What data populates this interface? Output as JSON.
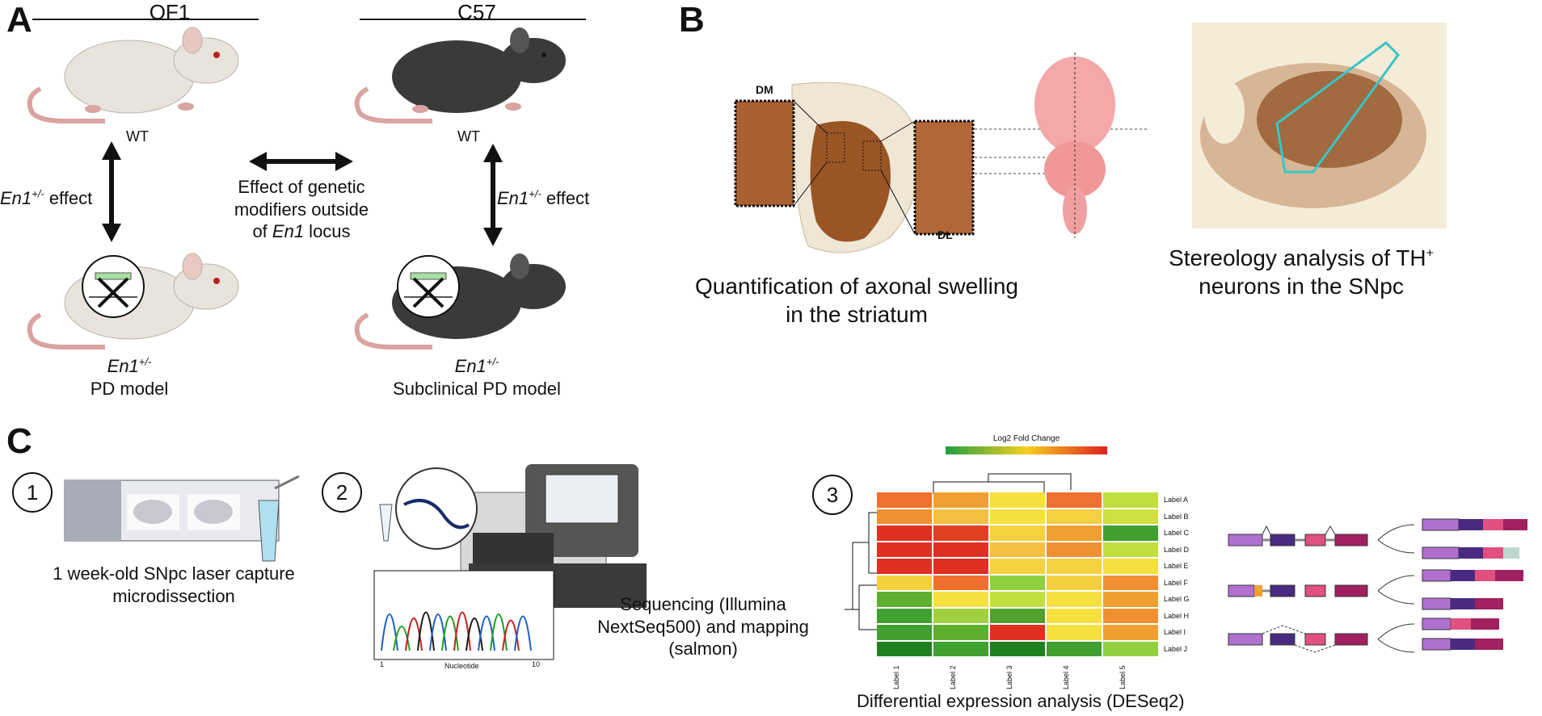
{
  "panels": {
    "A": {
      "letter": "A",
      "left_strain": "OF1",
      "right_strain": "C57",
      "wt_left": "WT",
      "wt_right": "WT",
      "effect_left_gene": "En1",
      "effect_left_sup": "+/-",
      "effect_left_word": " effect",
      "effect_right_gene": "En1",
      "effect_right_sup": "+/-",
      "effect_right_word": " effect",
      "center_line1": "Effect of genetic",
      "center_line2": "modifiers outside",
      "center_line3_pre": "of ",
      "center_line3_gene": "En1",
      "center_line3_post": " locus",
      "left_bottom_gene": "En1",
      "left_bottom_sup": "+/-",
      "left_bottom_model": "PD model",
      "right_bottom_gene": "En1",
      "right_bottom_sup": "+/-",
      "right_bottom_model": "Subclinical PD model",
      "colors": {
        "white_mouse": "#e8e4dc",
        "black_mouse": "#3a3a38",
        "tail": "#d9a3a0"
      }
    },
    "B": {
      "letter": "B",
      "inset_dm": "DM",
      "inset_dl": "DL",
      "caption_left_line1": "Quantification of axonal swelling",
      "caption_left_line2": "in the striatum",
      "caption_right_line1": "Stereology analysis of TH",
      "caption_right_sup": "+",
      "caption_right_line2": "neurons in the SNpc",
      "colors": {
        "stain": "#8a4a1c",
        "brain": "#f0a0a0",
        "outline": "#39c6c6"
      }
    },
    "C": {
      "letter": "C",
      "step1": "1",
      "step2": "2",
      "step3": "3",
      "step1_line1": "1 week-old SNpc laser capture",
      "step1_line2": "microdissection",
      "step2_line1": "Sequencing (Illumina",
      "step2_line2": "NextSeq500) and mapping",
      "step2_line3": "(salmon)",
      "chromatogram_xlabel": "Nucleotide",
      "chromatogram_tick_start": "1",
      "chromatogram_tick_end": "10",
      "heatmap_title": "Log2 Fold Change",
      "heatmap_caption": "Differential expression analysis (DESeq2)",
      "row_labels": [
        "Label A",
        "Label B",
        "Label C",
        "Label D",
        "Label E",
        "Label F",
        "Label G",
        "Label H",
        "Label I",
        "Label J"
      ],
      "col_labels": [
        "Label 1",
        "Label 2",
        "Label 3",
        "Label 4",
        "Label 5"
      ],
      "heatmap_colors": [
        [
          "#f07030",
          "#f0a030",
          "#f5e040",
          "#f07030",
          "#c0e040"
        ],
        [
          "#f09030",
          "#f5c040",
          "#f5e040",
          "#f5d040",
          "#d0e040"
        ],
        [
          "#e03020",
          "#e04020",
          "#f5d040",
          "#f0a030",
          "#40a030"
        ],
        [
          "#e03020",
          "#e03020",
          "#f5c040",
          "#f09030",
          "#c0e040"
        ],
        [
          "#e03020",
          "#e03020",
          "#f5d040",
          "#f5d040",
          "#f5e040"
        ],
        [
          "#f5d040",
          "#f07030",
          "#90d040",
          "#f5d040",
          "#f09030"
        ],
        [
          "#60b030",
          "#f5e040",
          "#c0e040",
          "#f5e040",
          "#f0a030"
        ],
        [
          "#40a030",
          "#a0d040",
          "#50a030",
          "#f5e040",
          "#f09030"
        ],
        [
          "#40a030",
          "#60b030",
          "#e03020",
          "#f5e040",
          "#f0a030"
        ],
        [
          "#208020",
          "#40a030",
          "#208020",
          "#40a030",
          "#90d040"
        ]
      ],
      "colors": {
        "gradient_low": "#20a040",
        "gradient_mid": "#f5d020",
        "gradient_high": "#e02020",
        "exon_light": "#b070d0",
        "exon_dark": "#4a2a80",
        "exon_pink": "#e05080",
        "exon_magenta": "#a02060"
      }
    }
  }
}
